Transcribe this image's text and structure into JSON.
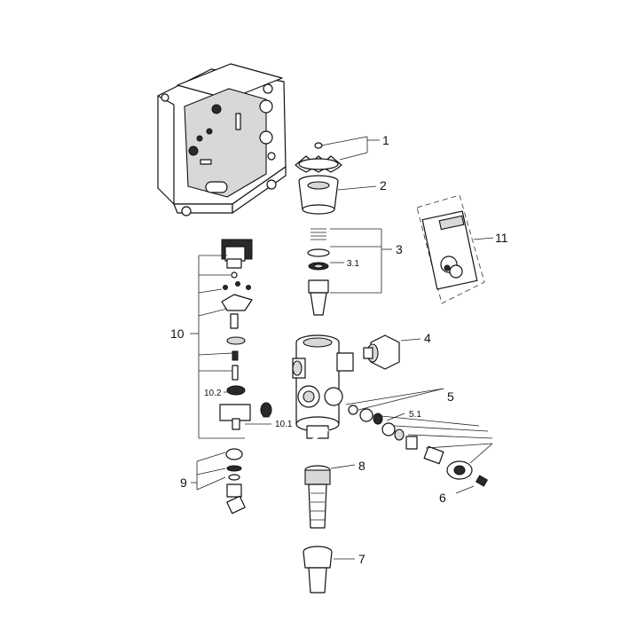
{
  "diagram": {
    "part_labels": {
      "p1": "1",
      "p2": "2",
      "p3": "3",
      "p3_1": "3.1",
      "p4": "4",
      "p5": "5",
      "p5_1": "5.1",
      "p6": "6",
      "p7": "7",
      "p8": "8",
      "p9": "9",
      "p10": "10",
      "p10_1": "10.1",
      "p10_2": "10.2",
      "p11": "11"
    },
    "colors": {
      "ink": "#111111",
      "shade_dark": "#2a2a2a",
      "shade_light": "#d8d8d8",
      "background": "#ffffff"
    }
  }
}
